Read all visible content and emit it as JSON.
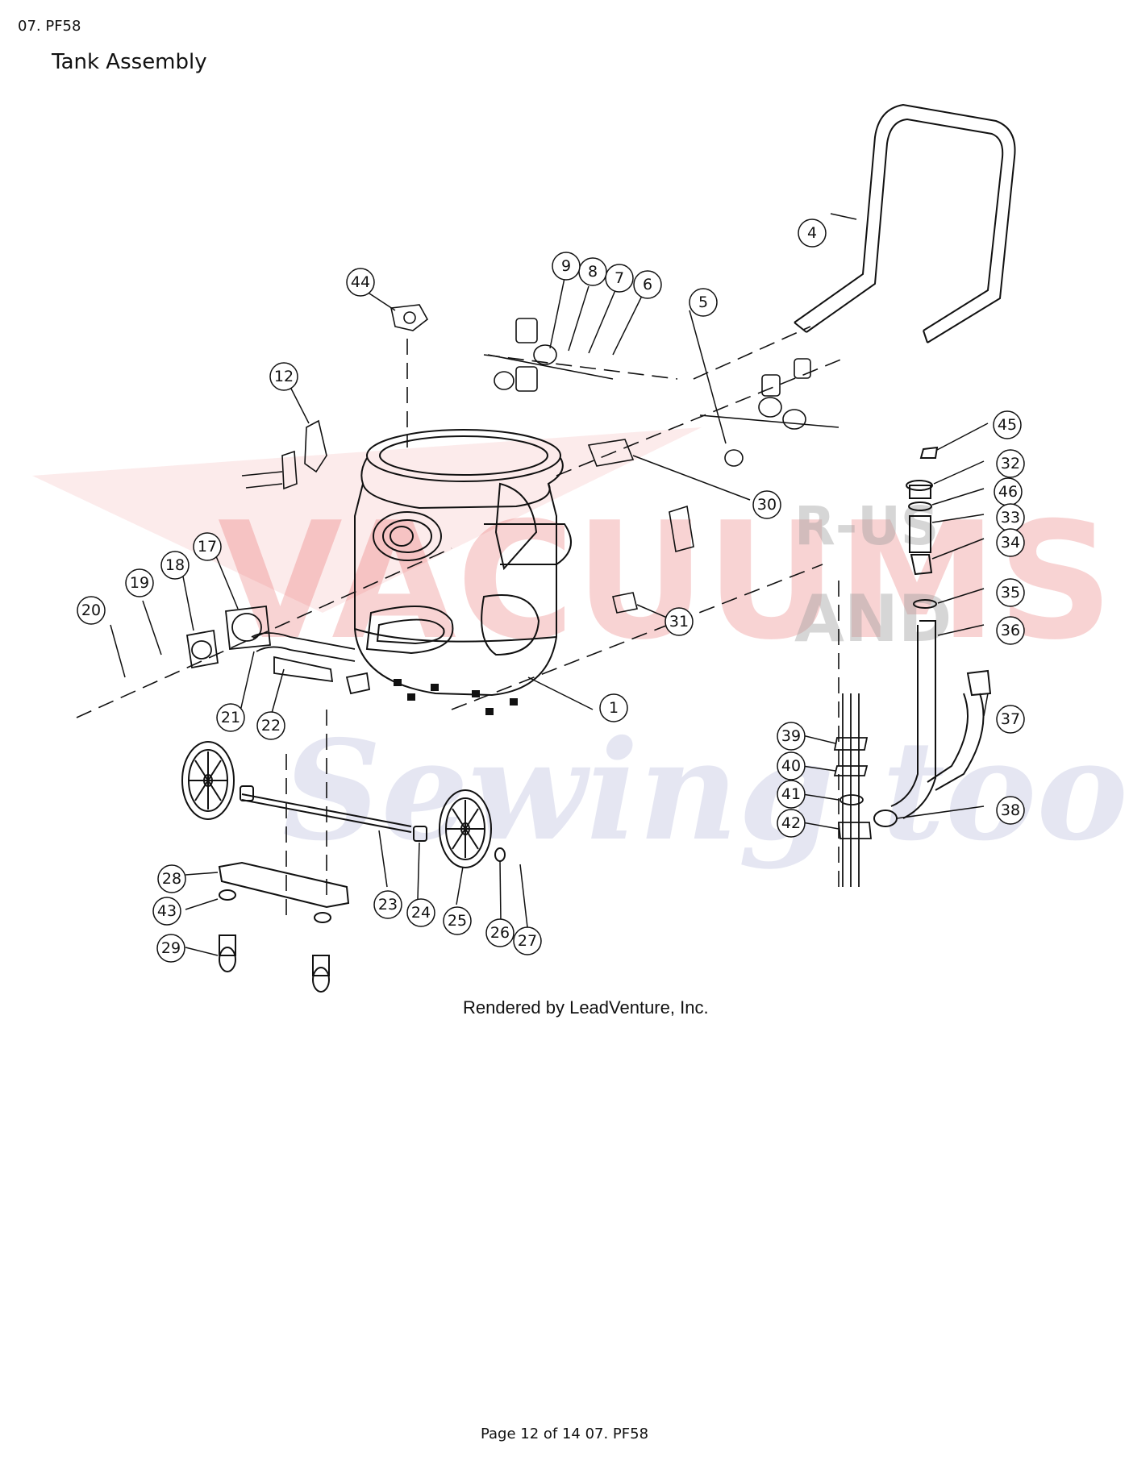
{
  "header": {
    "section": "07. PF58",
    "title": "Tank Assembly"
  },
  "footer": {
    "page": "Page 12 of 14 07. PF58"
  },
  "diagram": {
    "credit": "Rendered by LeadVenture, Inc.",
    "watermark": {
      "word1": "VACUUMS",
      "word2": "R-US",
      "word3": "AND",
      "word4": "Sewing too"
    },
    "callouts": [
      "1",
      "4",
      "5",
      "6",
      "7",
      "8",
      "9",
      "12",
      "17",
      "18",
      "19",
      "20",
      "21",
      "22",
      "23",
      "24",
      "25",
      "26",
      "27",
      "28",
      "29",
      "30",
      "31",
      "32",
      "33",
      "34",
      "35",
      "36",
      "37",
      "38",
      "39",
      "40",
      "41",
      "42",
      "43",
      "44",
      "45",
      "46"
    ]
  }
}
